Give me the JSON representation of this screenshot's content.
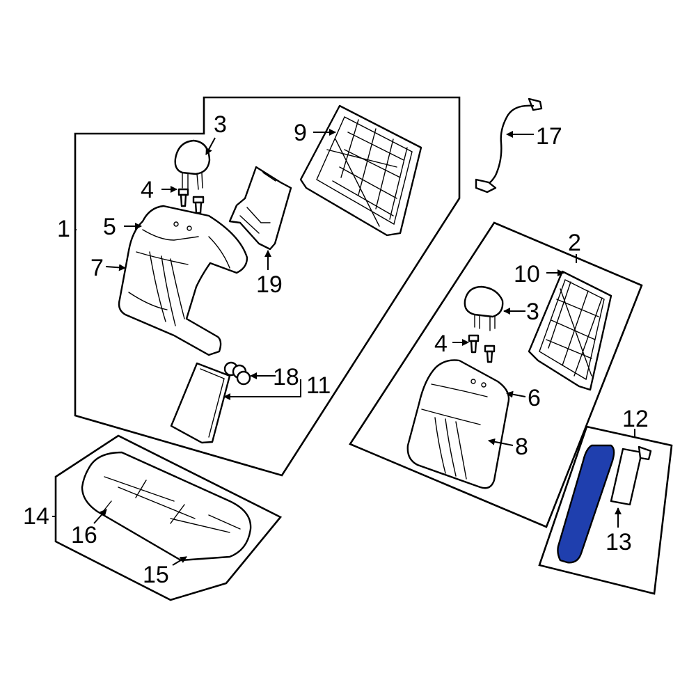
{
  "callouts": {
    "c1": "1",
    "c2": "2",
    "c3a": "3",
    "c3b": "3",
    "c4a": "4",
    "c4b": "4",
    "c5": "5",
    "c6": "6",
    "c7": "7",
    "c8": "8",
    "c9": "9",
    "c10": "10",
    "c11": "11",
    "c12": "12",
    "c13": "13",
    "c14": "14",
    "c15": "15",
    "c16": "16",
    "c17": "17",
    "c18": "18",
    "c19": "19"
  },
  "colors": {
    "highlight": "#1f3fae",
    "line": "#000000",
    "background": "#ffffff"
  },
  "highlighted_part": "13"
}
